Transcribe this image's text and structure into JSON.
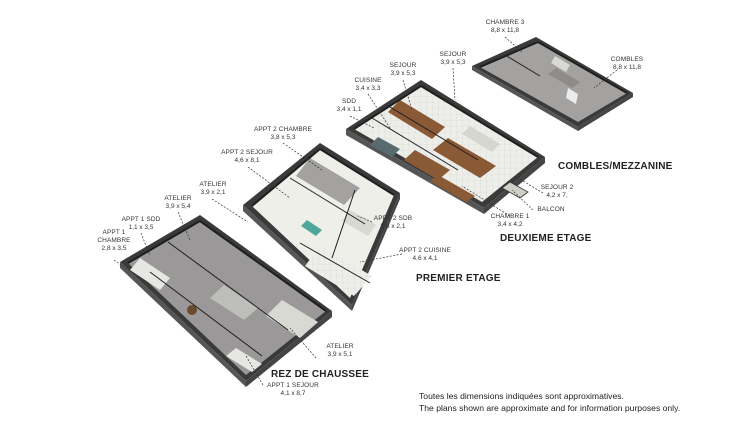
{
  "floors": {
    "combles": {
      "title": "COMBLES/MEZZANINE",
      "rooms": {
        "chambre3": {
          "name": "CHAMBRE 3",
          "dim": "8,8 x 11,8"
        },
        "combles": {
          "name": "COMBLES",
          "dim": "8,8 x 11,8"
        }
      }
    },
    "deuxieme": {
      "title": "DEUXIEME ETAGE",
      "rooms": {
        "sdd": {
          "name": "SDD",
          "dim": "3,4 x 1,1"
        },
        "cuisine": {
          "name": "CUISINE",
          "dim": "3,4 x 3,3"
        },
        "sejour_a": {
          "name": "SEJOUR",
          "dim": "3,9 x 5,3"
        },
        "sejour_b": {
          "name": "SEJOUR",
          "dim": "3,9 x 5,3"
        },
        "sejour2": {
          "name": "SEJOUR 2",
          "dim": "4,2 x 7,"
        },
        "balcon": {
          "name": "BALCON",
          "dim": ""
        },
        "chambre1": {
          "name": "CHAMBRE 1",
          "dim": "3,4 x 4,2"
        }
      }
    },
    "premier": {
      "title": "PREMIER ETAGE",
      "rooms": {
        "appt2_chambre": {
          "name": "APPT 2 CHAMBRE",
          "dim": "3,8 x 5,3"
        },
        "appt2_sejour": {
          "name": "APPT 2 SEJOUR",
          "dim": "4,6 x 8,1"
        },
        "atelier": {
          "name": "ATELIER",
          "dim": "3,9 x 2,1"
        },
        "appt2_sdb": {
          "name": "APPT 2 SDB",
          "dim": "3,8 x 2,1"
        },
        "appt2_cuisine": {
          "name": "APPT 2 CUISINE",
          "dim": "4,6 x 4,1"
        }
      }
    },
    "rdc": {
      "title": "REZ DE CHAUSSEE",
      "rooms": {
        "atelier_top": {
          "name": "ATELIER",
          "dim": "3,9 x 5,4"
        },
        "appt1_sdd": {
          "name": "APPT 1 SDD",
          "dim": "1,1 x 3,5"
        },
        "appt1_chambre": {
          "name": "APPT 1 CHAMBRE",
          "dim": "2,8 x 3,5"
        },
        "atelier_bottom": {
          "name": "ATELIER",
          "dim": "3,9 x 5,1"
        },
        "appt1_sejour": {
          "name": "APPT 1 SEJOUR",
          "dim": "4,1 x 8,7"
        }
      }
    }
  },
  "disclaimer": {
    "fr": "Toutes les dimensions indiquées sont approximatives.",
    "en": "The plans shown are approximate and for information purposes only."
  },
  "colors": {
    "wall": "#2a2a2a",
    "floor_grey": "#9a9898",
    "floor_wood": "#8a5a36",
    "floor_light": "#efefea"
  }
}
